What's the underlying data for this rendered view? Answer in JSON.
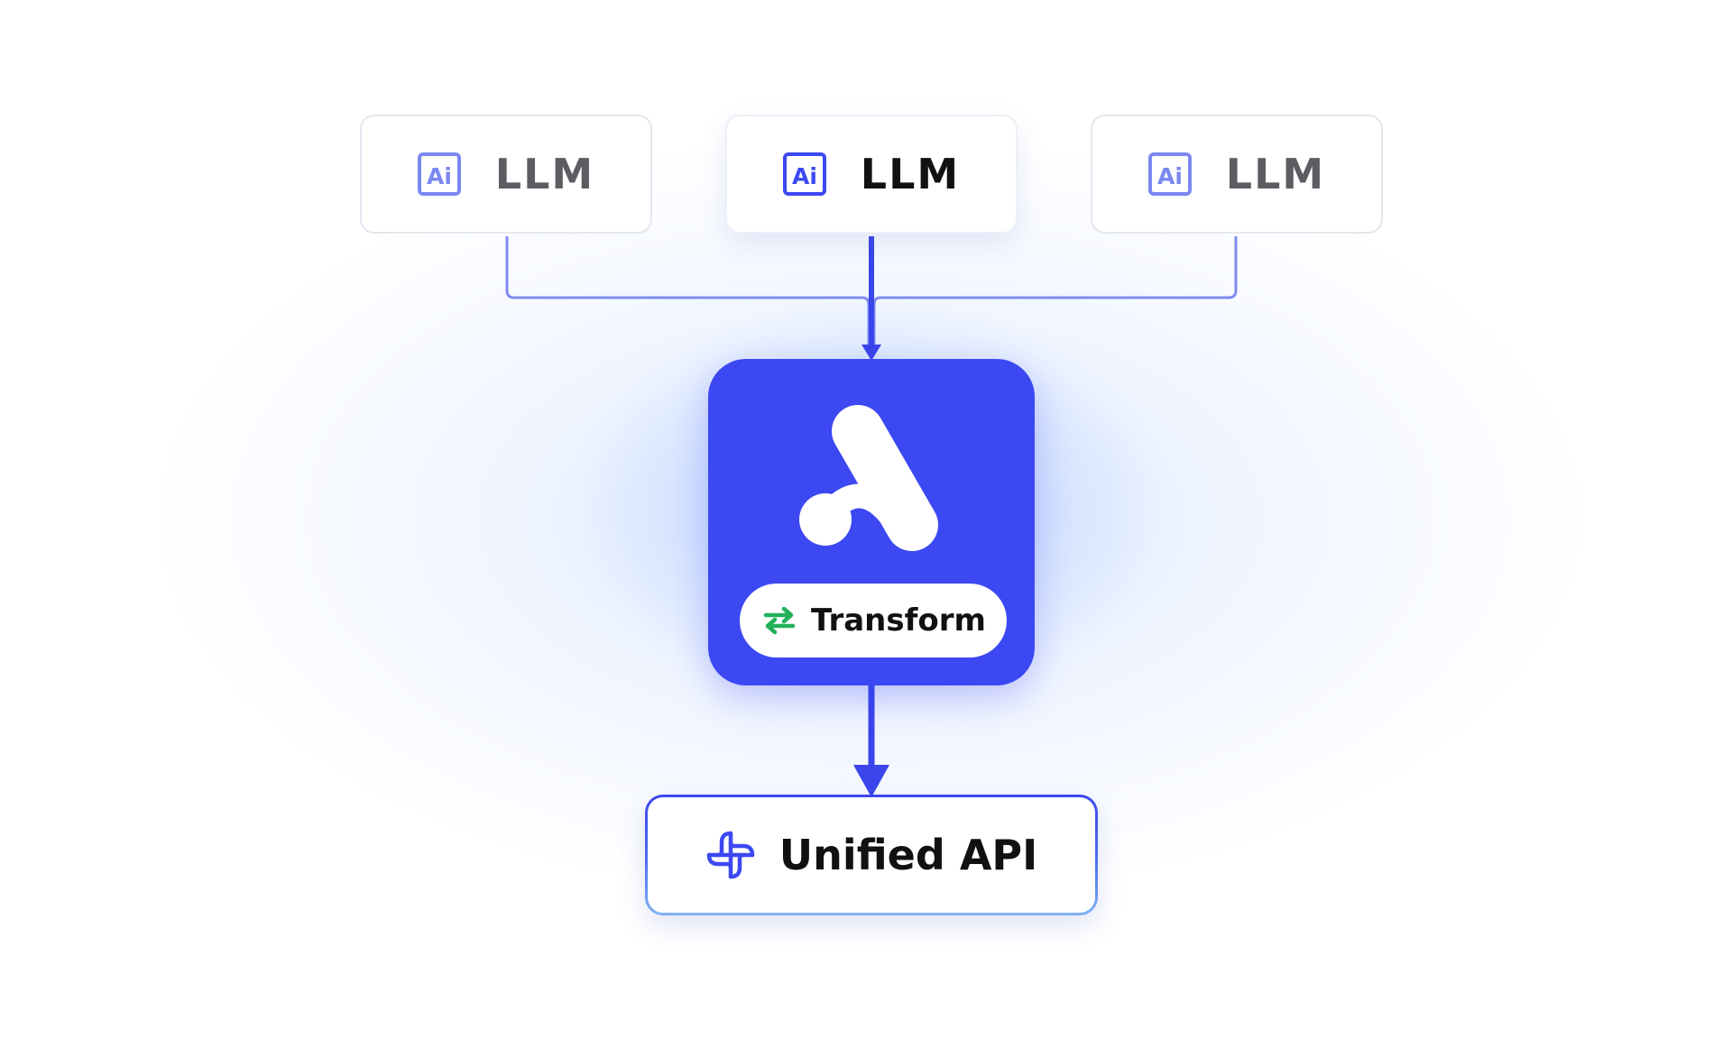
{
  "diagram": {
    "sources": [
      {
        "label": "LLM",
        "icon": "ai-icon",
        "emphasis": "muted"
      },
      {
        "label": "LLM",
        "icon": "ai-icon",
        "emphasis": "active"
      },
      {
        "label": "LLM",
        "icon": "ai-icon",
        "emphasis": "muted"
      }
    ],
    "hub": {
      "logo": "logo-icon",
      "transform_label": "Transform",
      "transform_icon": "swap-arrows-icon"
    },
    "output": {
      "label": "Unified API",
      "icon": "api-cross-icon"
    },
    "colors": {
      "primary": "#3c48f2",
      "connector_light": "#7f8cf2",
      "connector_strong": "#3a45ea",
      "transform_icon": "#22b15a",
      "text_dark": "#111111",
      "text_muted": "#5c5c62",
      "background": "#ffffff"
    }
  }
}
